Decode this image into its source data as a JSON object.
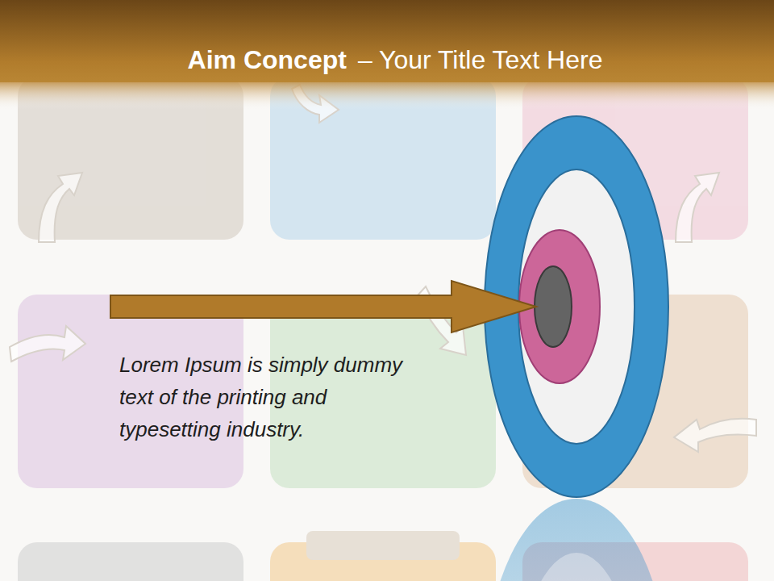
{
  "diagram": {
    "title": "Aim Concept",
    "labels": [
      "– Your Title Text Here",
      "Lorem Ipsum is simply dummy text of the printing and typesetting industry."
    ]
  }
}
